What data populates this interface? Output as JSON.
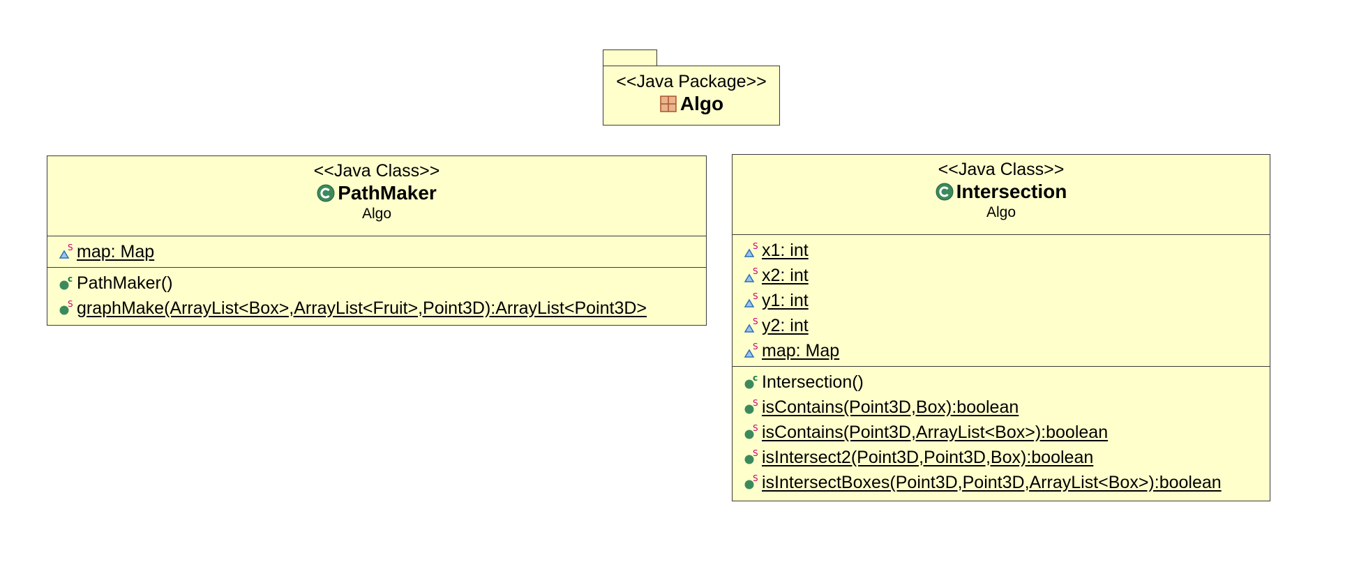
{
  "package": {
    "stereotype": "<<Java Package>>",
    "name": "Algo",
    "icon": "package-icon"
  },
  "classes": [
    {
      "stereotype": "<<Java Class>>",
      "name": "PathMaker",
      "package": "Algo",
      "icon": "class-icon",
      "fields": [
        {
          "text": "map: Map",
          "icon": "static-field-icon",
          "static": true
        }
      ],
      "methods": [
        {
          "text": "PathMaker()",
          "icon": "constructor-icon",
          "static": false
        },
        {
          "text": "graphMake(ArrayList<Box>,ArrayList<Fruit>,Point3D):ArrayList<Point3D>",
          "icon": "static-method-icon",
          "static": true
        }
      ]
    },
    {
      "stereotype": "<<Java Class>>",
      "name": "Intersection",
      "package": "Algo",
      "icon": "class-icon",
      "fields": [
        {
          "text": "x1: int",
          "icon": "static-field-icon",
          "static": true
        },
        {
          "text": "x2: int",
          "icon": "static-field-icon",
          "static": true
        },
        {
          "text": "y1: int",
          "icon": "static-field-icon",
          "static": true
        },
        {
          "text": "y2: int",
          "icon": "static-field-icon",
          "static": true
        },
        {
          "text": "map: Map",
          "icon": "static-field-icon",
          "static": true
        }
      ],
      "methods": [
        {
          "text": "Intersection()",
          "icon": "constructor-icon",
          "static": false
        },
        {
          "text": "isContains(Point3D,Box):boolean",
          "icon": "static-method-icon",
          "static": true
        },
        {
          "text": "isContains(Point3D,ArrayList<Box>):boolean",
          "icon": "static-method-icon",
          "static": true
        },
        {
          "text": "isIntersect2(Point3D,Point3D,Box):boolean",
          "icon": "static-method-icon",
          "static": true
        },
        {
          "text": "isIntersectBoxes(Point3D,Point3D,ArrayList<Box>):boolean",
          "icon": "static-method-icon",
          "static": true
        }
      ]
    }
  ],
  "colors": {
    "box_fill": "#ffffcc",
    "border": "#3a3a3a",
    "class_icon_green": "#3c8a5c",
    "static_marker": "#c8006e",
    "field_icon_blue": "#2a6fb8",
    "package_icon": "#c77a4a"
  }
}
